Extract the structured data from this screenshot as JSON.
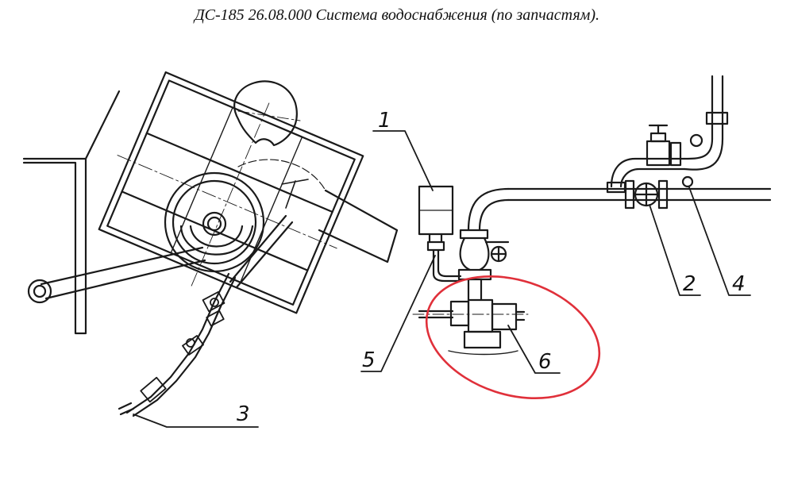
{
  "title": "ДС-185 26.08.000 Система водоснабжения (по запчастям).",
  "callouts": [
    {
      "id": "1",
      "label": "1"
    },
    {
      "id": "2",
      "label": "2"
    },
    {
      "id": "3",
      "label": "3"
    },
    {
      "id": "4",
      "label": "4"
    },
    {
      "id": "5",
      "label": "5"
    },
    {
      "id": "6",
      "label": "6"
    }
  ],
  "highlight": {
    "target": "6",
    "color": "#e0303a"
  },
  "line_color": "#1a1a1a"
}
